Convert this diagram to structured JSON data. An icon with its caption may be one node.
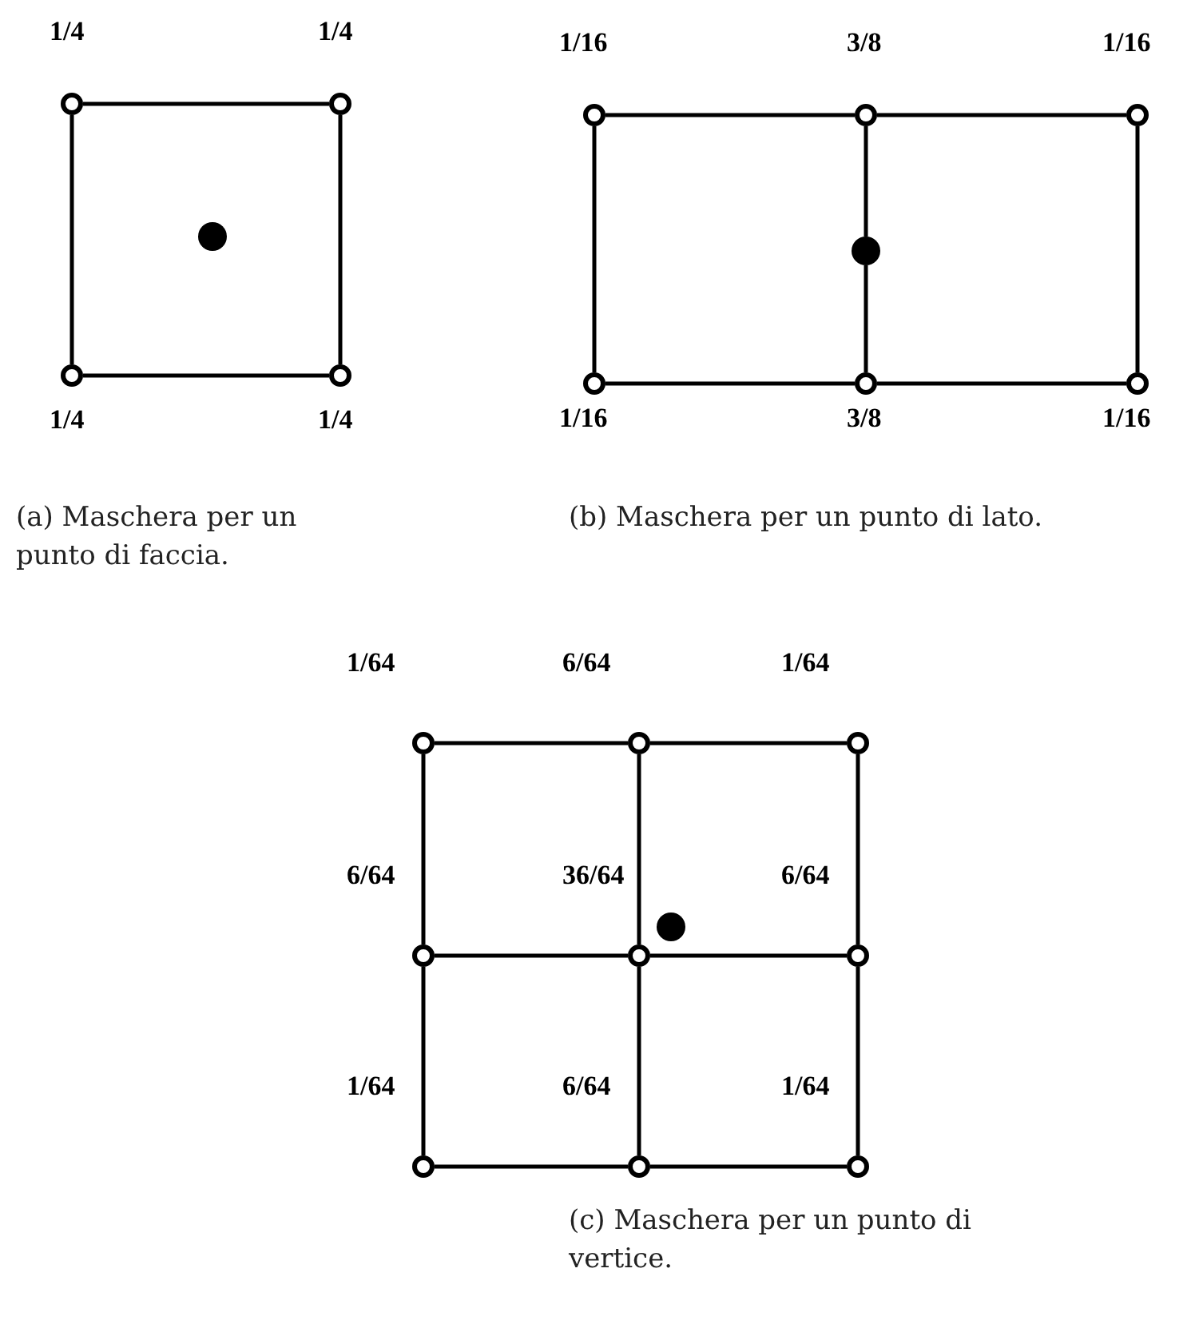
{
  "diagram": {
    "nodes": [
      {
        "text": [],
        "shape": "circle",
        "beside": [
          "1/4"
        ]
      },
      {
        "text": [],
        "shape": "circle",
        "beside": [
          "1/4"
        ]
      },
      {
        "text": [],
        "shape": "dot"
      },
      {
        "text": [],
        "shape": "circle",
        "beside": [
          "1/4"
        ]
      },
      {
        "text": [],
        "shape": "circle",
        "beside": [
          "1/4"
        ]
      },
      {
        "text": [],
        "shape": "circle",
        "beside": [
          "1/16"
        ]
      },
      {
        "text": [],
        "shape": "circle",
        "beside": [
          "3/8"
        ]
      },
      {
        "text": [],
        "shape": "circle",
        "beside": [
          "1/16"
        ]
      },
      {
        "text": [],
        "shape": "dot"
      },
      {
        "text": [],
        "shape": "circle",
        "beside": [
          "1/16"
        ]
      },
      {
        "text": [],
        "shape": "circle",
        "beside": [
          "3/8"
        ]
      },
      {
        "text": [],
        "shape": "circle",
        "beside": [
          "1/16"
        ]
      },
      {
        "text": [],
        "shape": "circle",
        "beside": [
          "1/64"
        ]
      },
      {
        "text": [],
        "shape": "circle",
        "beside": [
          "6/64"
        ]
      },
      {
        "text": [],
        "shape": "circle",
        "beside": [
          "1/64"
        ]
      },
      {
        "text": [],
        "shape": "circle",
        "beside": [
          "6/64"
        ]
      },
      {
        "text": [],
        "shape": "circle",
        "beside": [
          "36/64"
        ]
      },
      {
        "text": [],
        "shape": "dot"
      },
      {
        "text": [],
        "shape": "circle",
        "beside": [
          "6/64"
        ]
      },
      {
        "text": [],
        "shape": "circle",
        "beside": [
          "1/64"
        ]
      },
      {
        "text": [],
        "shape": "circle",
        "beside": [
          "6/64"
        ]
      },
      {
        "text": [],
        "shape": "circle",
        "beside": [
          "1/64"
        ]
      }
    ],
    "edges": [
      {
        "from": 0,
        "to": 1,
        "arrow": "none"
      },
      {
        "from": 1,
        "to": 4,
        "arrow": "none"
      },
      {
        "from": 4,
        "to": 3,
        "arrow": "none"
      },
      {
        "from": 3,
        "to": 0,
        "arrow": "none"
      },
      {
        "from": 5,
        "to": 6,
        "arrow": "none"
      },
      {
        "from": 6,
        "to": 7,
        "arrow": "none"
      },
      {
        "from": 7,
        "to": 11,
        "arrow": "none"
      },
      {
        "from": 11,
        "to": 10,
        "arrow": "none"
      },
      {
        "from": 10,
        "to": 9,
        "arrow": "none"
      },
      {
        "from": 9,
        "to": 5,
        "arrow": "none"
      },
      {
        "from": 6,
        "to": 8,
        "arrow": "none"
      },
      {
        "from": 8,
        "to": 10,
        "arrow": "none"
      },
      {
        "from": 12,
        "to": 13,
        "arrow": "none"
      },
      {
        "from": 13,
        "to": 14,
        "arrow": "none"
      },
      {
        "from": 15,
        "to": 16,
        "arrow": "none"
      },
      {
        "from": 16,
        "to": 18,
        "arrow": "none"
      },
      {
        "from": 19,
        "to": 20,
        "arrow": "none"
      },
      {
        "from": 20,
        "to": 21,
        "arrow": "none"
      },
      {
        "from": 12,
        "to": 15,
        "arrow": "none"
      },
      {
        "from": 15,
        "to": 19,
        "arrow": "none"
      },
      {
        "from": 13,
        "to": 16,
        "arrow": "none"
      },
      {
        "from": 16,
        "to": 20,
        "arrow": "none"
      },
      {
        "from": 14,
        "to": 18,
        "arrow": "none"
      },
      {
        "from": 18,
        "to": 21,
        "arrow": "none"
      }
    ],
    "labels": [
      "(a) Maschera per un punto di faccia.",
      "(b) Maschera per un punto di lato.",
      "(c) Maschera per un punto di vertice."
    ]
  }
}
